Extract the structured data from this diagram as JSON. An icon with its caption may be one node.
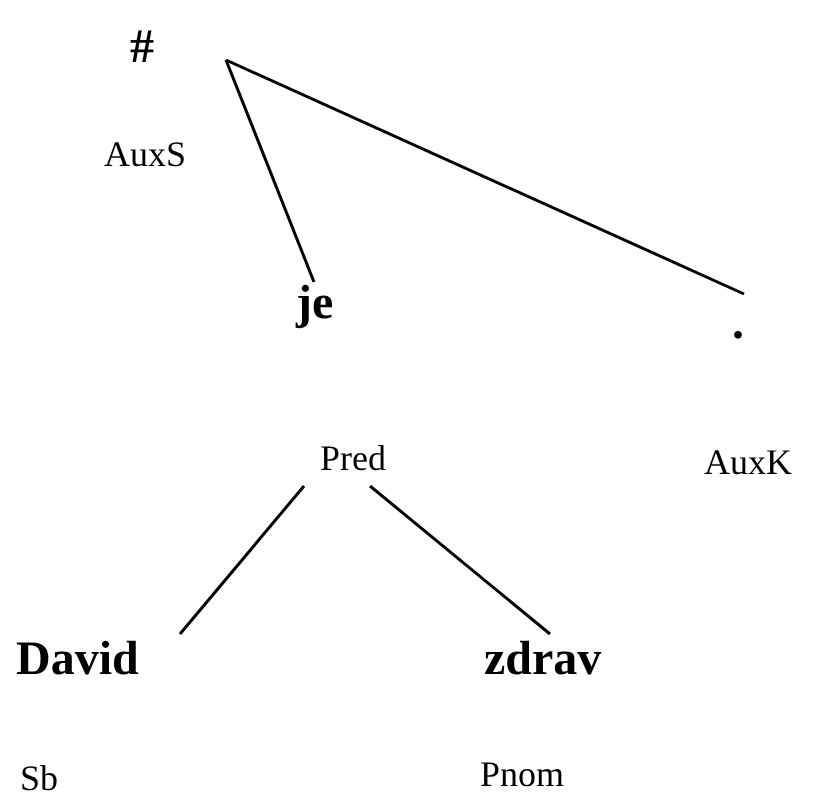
{
  "diagram": {
    "nodes": [
      {
        "text": [
          "#",
          "AuxS"
        ]
      },
      {
        "text": [
          "je",
          "Pred"
        ]
      },
      {
        "text": [
          ".",
          "AuxK"
        ]
      },
      {
        "text": [
          "David",
          "Sb"
        ]
      },
      {
        "text": [
          "zdrav",
          "Pnom"
        ]
      }
    ],
    "edges": [
      {
        "from": 0,
        "to": 1,
        "arrow": "none"
      },
      {
        "from": 0,
        "to": 2,
        "arrow": "none"
      },
      {
        "from": 1,
        "to": 3,
        "arrow": "none"
      },
      {
        "from": 1,
        "to": 4,
        "arrow": "none"
      }
    ]
  }
}
